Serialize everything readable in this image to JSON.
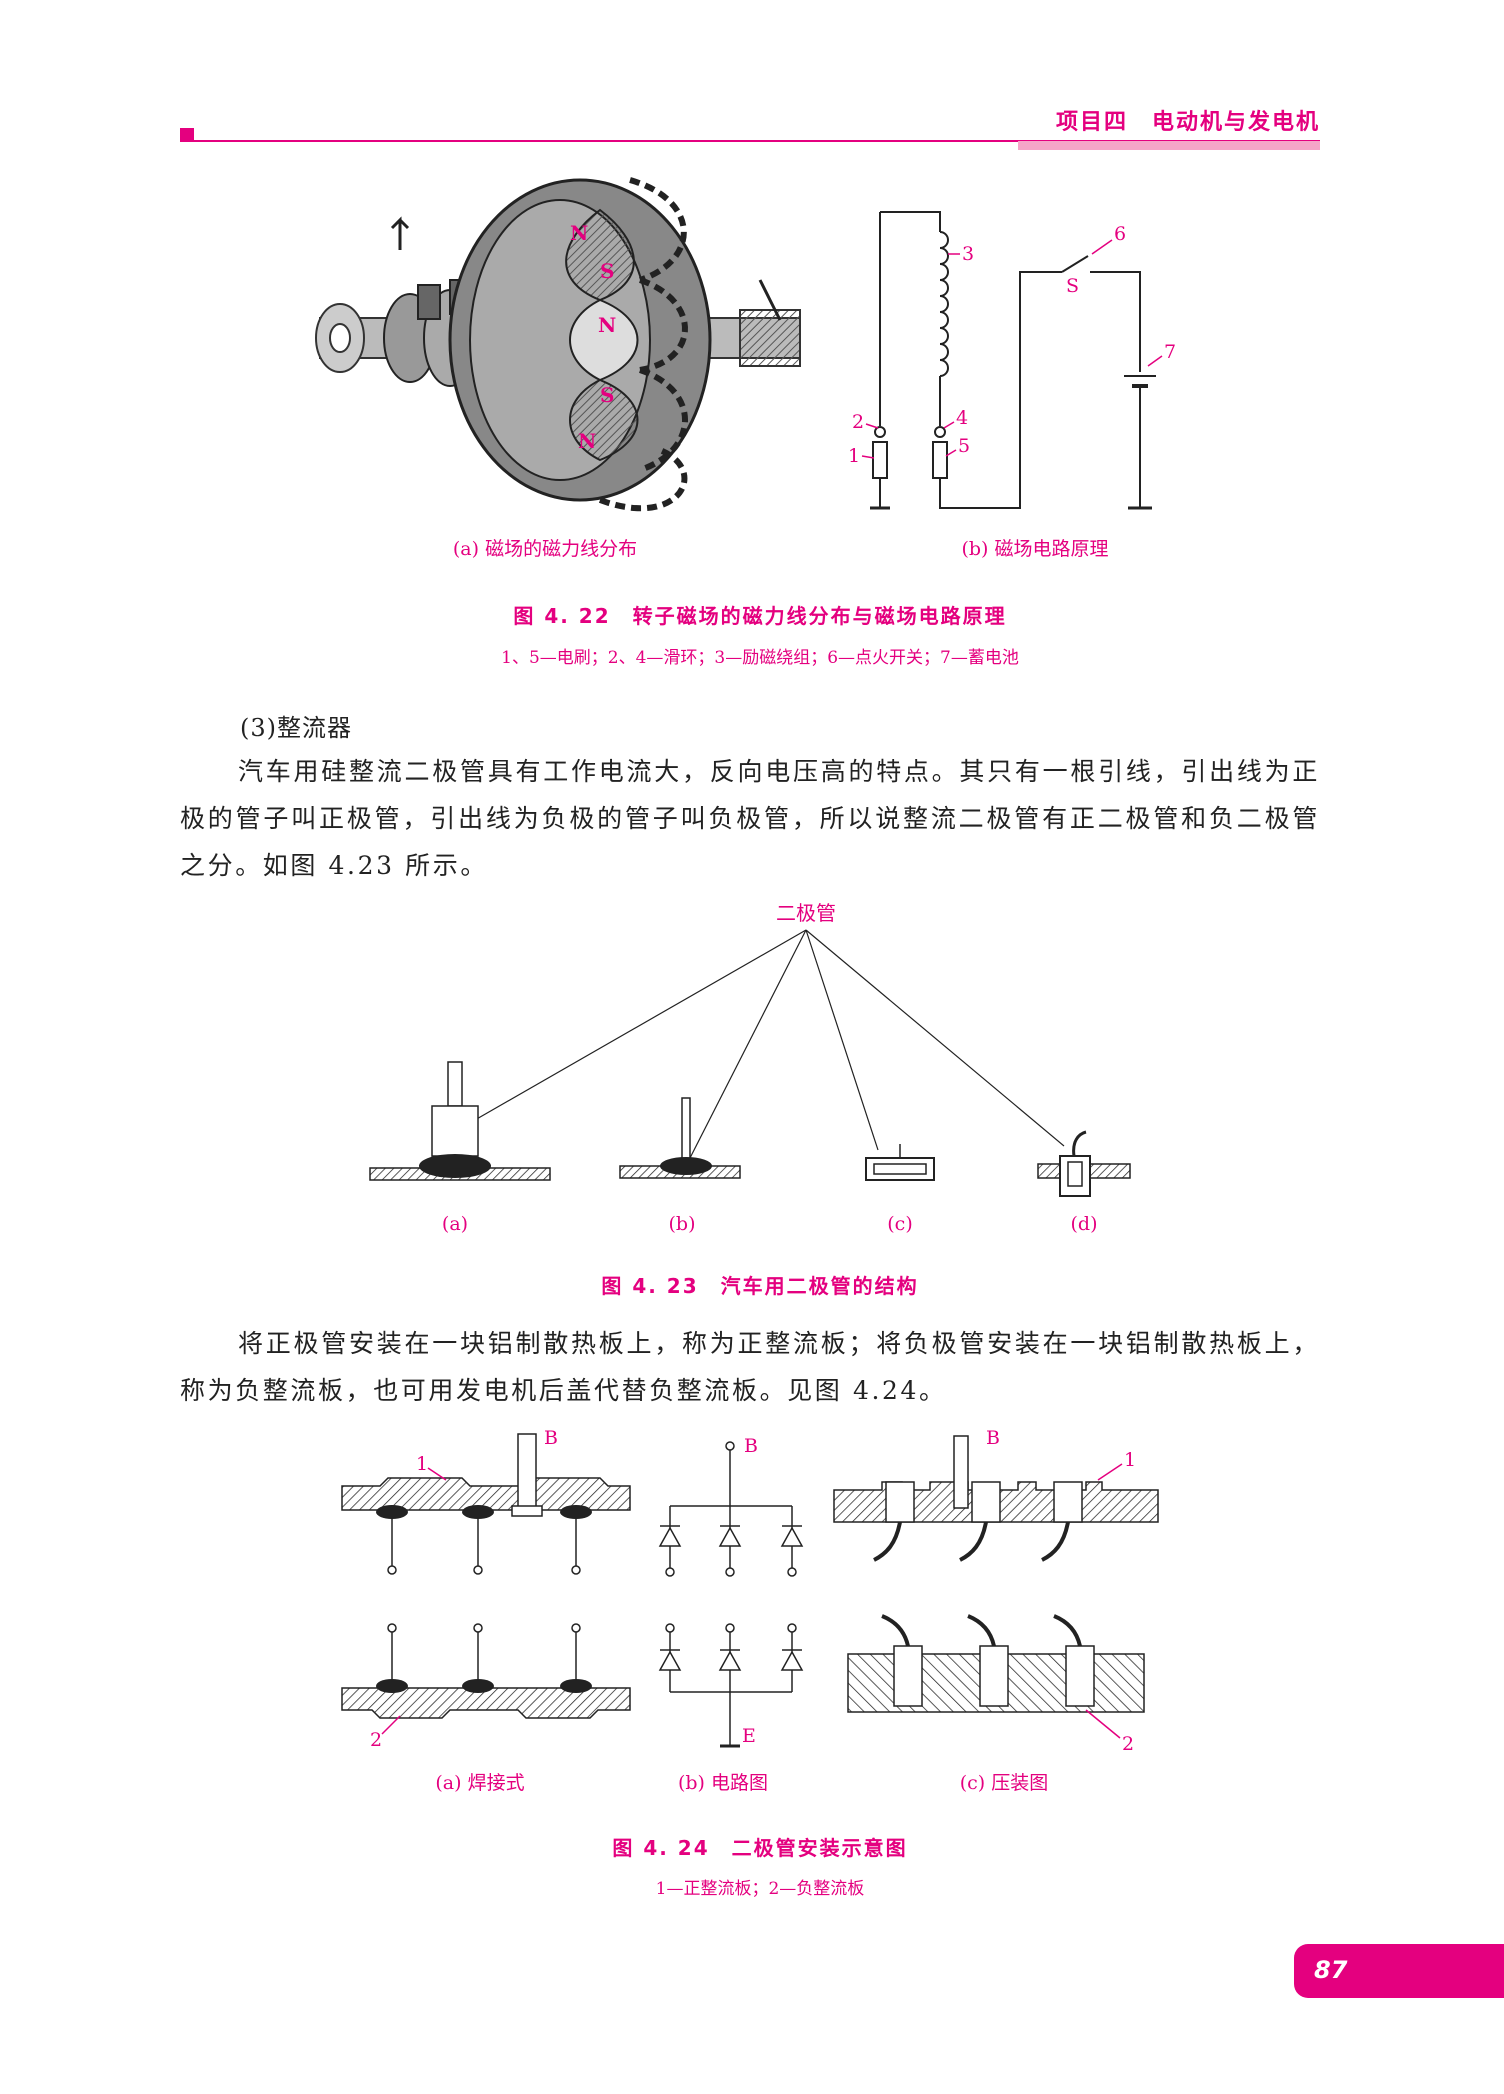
{
  "header": {
    "title": "项目四　电动机与发电机"
  },
  "page_number": "87",
  "figure_4_22": {
    "image_a_labels": {
      "n1": "N",
      "s1": "S",
      "n2": "N",
      "s2": "S",
      "n3": "N"
    },
    "image_b_labels": {
      "l1": "1",
      "l2": "2",
      "l3": "3",
      "l4": "4",
      "l5": "5",
      "l6": "6",
      "l7": "7",
      "s": "S"
    },
    "caption_a": "(a) 磁场的磁力线分布",
    "caption_b": "(b) 磁场电路原理",
    "title": "图 4. 22　转子磁场的磁力线分布与磁场电路原理",
    "legend": "1、5—电刷；2、4—滑环；3—励磁绕组；6—点火开关；7—蓄电池"
  },
  "section_heading": "(3)整流器",
  "paragraph_1": "汽车用硅整流二极管具有工作电流大，反向电压高的特点。其只有一根引线，引出线为正极的管子叫正极管，引出线为负极的管子叫负极管，所以说整流二极管有正二极管和负二极管之分。如图 4.23 所示。",
  "figure_4_23": {
    "label_top": "二极管",
    "sub_labels": [
      "(a)",
      "(b)",
      "(c)",
      "(d)"
    ],
    "title": "图 4. 23　汽车用二极管的结构"
  },
  "paragraph_2": "将正极管安装在一块铝制散热板上，称为正整流板；将负极管安装在一块铝制散热板上，称为负整流板，也可用发电机后盖代替负整流板。见图 4.24。",
  "figure_4_24": {
    "labels": {
      "b1": "B",
      "b2": "B",
      "b3": "B",
      "e": "E",
      "one_a": "1",
      "two_a": "2",
      "one_c": "1",
      "two_c": "2"
    },
    "caption_a": "(a) 焊接式",
    "caption_b": "(b) 电路图",
    "caption_c": "(c) 压装图",
    "title": "图 4. 24　二极管安装示意图",
    "legend": "1—正整流板；2—负整流板"
  },
  "colors": {
    "accent": "#e4007f",
    "accent_light": "#f5a5c8"
  }
}
